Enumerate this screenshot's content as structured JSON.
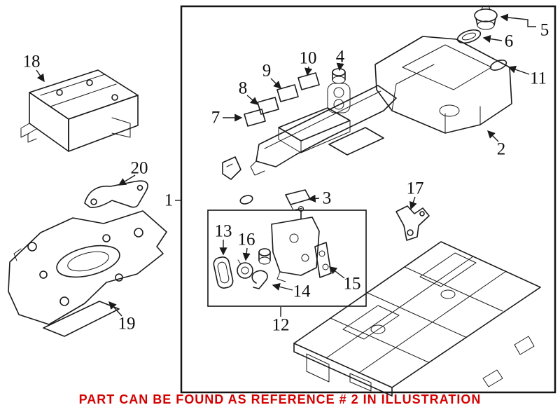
{
  "page": {
    "footer_note": "PART CAN BE FOUND AS REFERENCE # 2 IN ILLUSTRATION",
    "footer_color": "#d40000",
    "line_color": "#1a1a1a",
    "background": "#ffffff"
  },
  "callouts": {
    "c1": "1",
    "c2": "2",
    "c3": "3",
    "c4": "4",
    "c5": "5",
    "c6": "6",
    "c7": "7",
    "c8": "8",
    "c9": "9",
    "c10": "10",
    "c11": "11",
    "c12": "12",
    "c13": "13",
    "c14": "14",
    "c15": "15",
    "c16": "16",
    "c17": "17",
    "c18": "18",
    "c19": "19",
    "c20": "20"
  }
}
